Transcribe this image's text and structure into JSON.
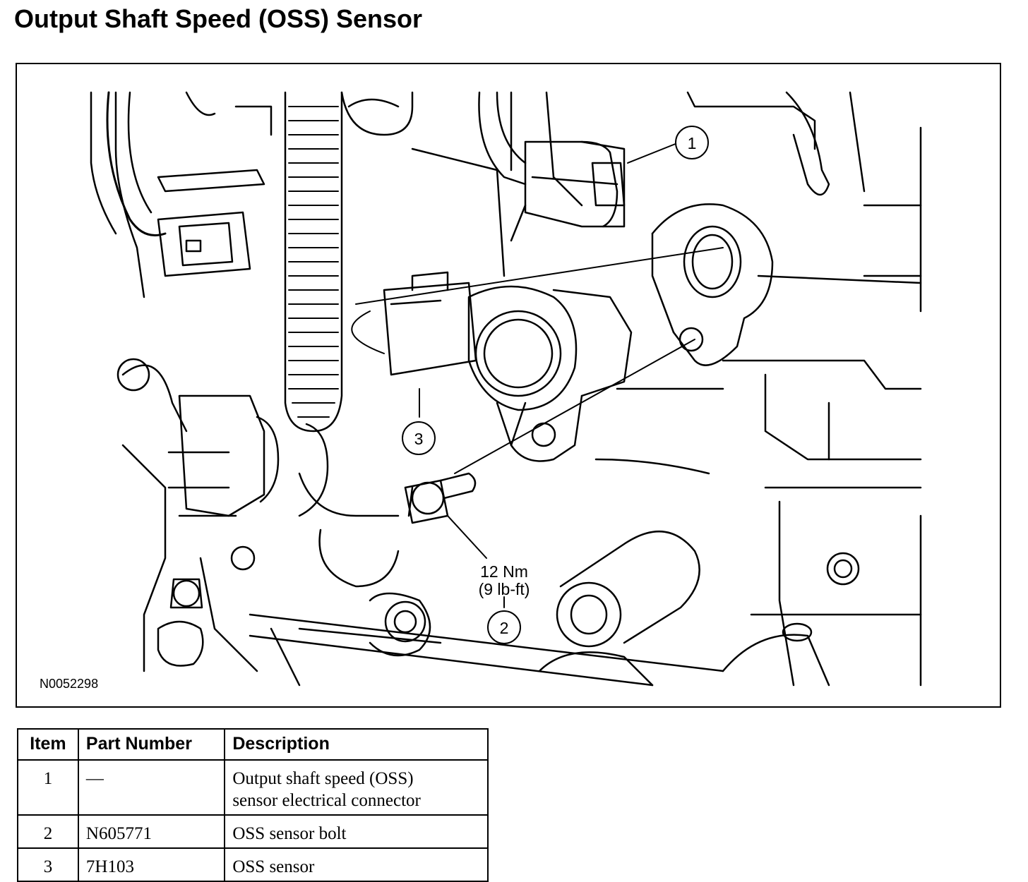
{
  "title": "Output Shaft Speed (OSS) Sensor",
  "figure": {
    "figure_id": "N0052298",
    "callouts": [
      {
        "number": "1"
      },
      {
        "number": "2"
      },
      {
        "number": "3"
      }
    ],
    "torque_line1": "12 Nm",
    "torque_line2": "(9 lb-ft)"
  },
  "table": {
    "headers": [
      "Item",
      "Part Number",
      "Description"
    ],
    "rows": [
      {
        "item": "1",
        "part_number": "—",
        "description_line1": "Output shaft speed (OSS)",
        "description_line2": "sensor electrical connector"
      },
      {
        "item": "2",
        "part_number": "N605771",
        "description_line1": "OSS sensor bolt",
        "description_line2": ""
      },
      {
        "item": "3",
        "part_number": "7H103",
        "description_line1": "OSS sensor",
        "description_line2": ""
      }
    ]
  }
}
